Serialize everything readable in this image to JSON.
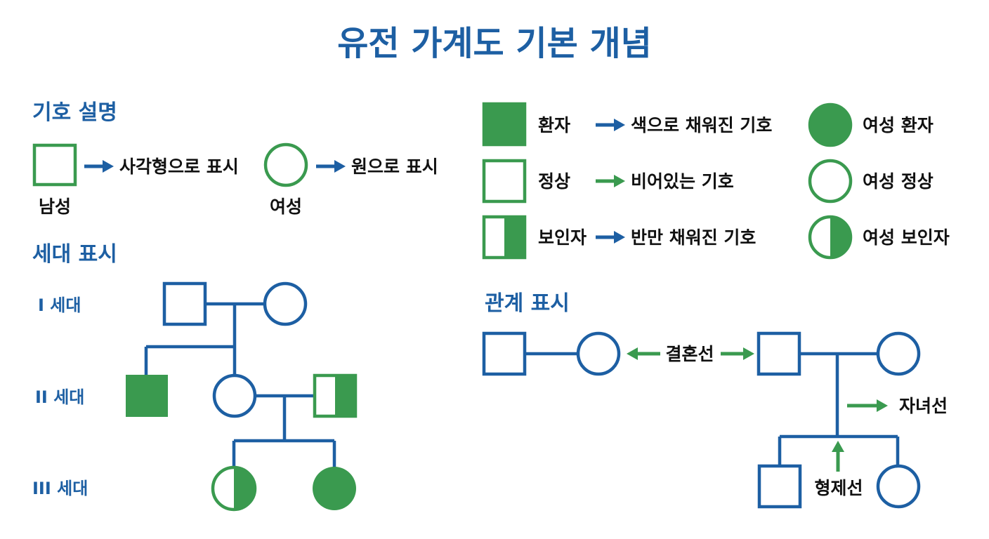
{
  "title": "유전 가계도 기본 개념",
  "colors": {
    "blue": "#1d5fa3",
    "green": "#3a9a4f",
    "text": "#111111"
  },
  "symbols": {
    "heading": "기호 설명",
    "male_desc": "사각형으로 표시",
    "male_label": "남성",
    "female_desc": "원으로 표시",
    "female_label": "여성"
  },
  "legend": {
    "affected_label": "환자",
    "affected_desc": "색으로 채워진 기호",
    "affected_female": "여성 환자",
    "normal_label": "정상",
    "normal_desc": "비어있는 기호",
    "normal_female": "여성 정상",
    "carrier_label": "보인자",
    "carrier_desc": "반만 채워진 기호",
    "carrier_female": "여성 보인자"
  },
  "generations": {
    "heading": "세대 표시",
    "gen1": "I 세대",
    "gen2": "II 세대",
    "gen3": "III 세대"
  },
  "relations": {
    "heading": "관계 표시",
    "marriage_line": "결혼선",
    "children_line": "자녀선",
    "sibling_line": "형제선"
  }
}
